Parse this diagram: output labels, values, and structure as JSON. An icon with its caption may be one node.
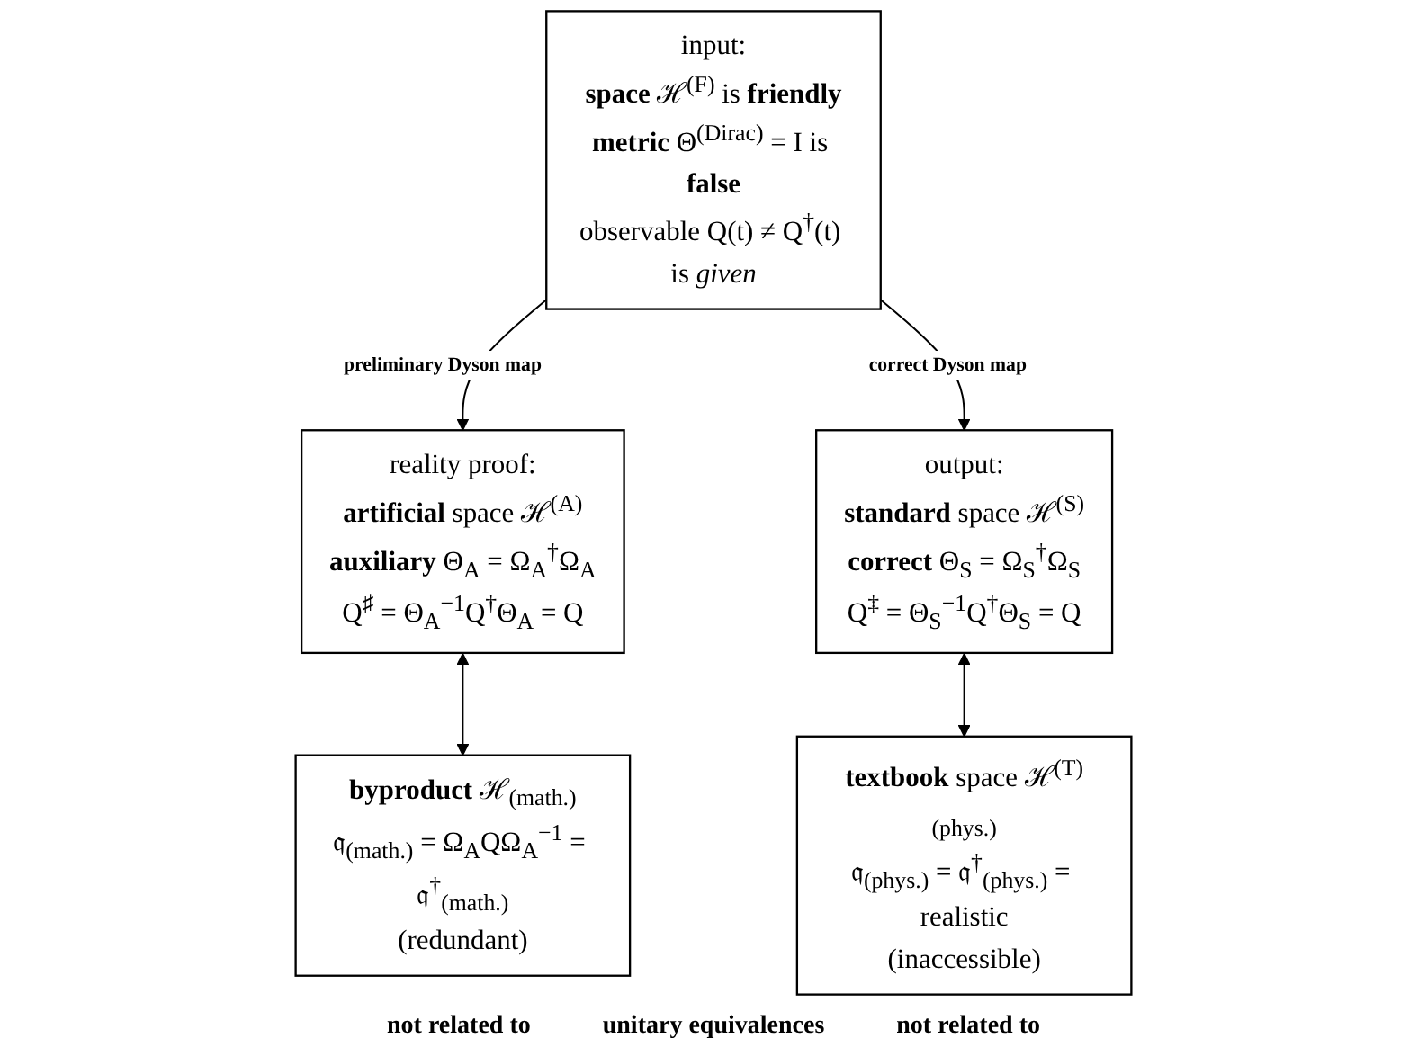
{
  "diagram": {
    "nodes": [
      {
        "text": [
          "input:",
          "**space** ℋ$^{(F)}$ is **friendly**",
          "**metric** Θ$^{(Dirac)}$ = I is **false**",
          "observable Q(t) ≠ Q$^{†}$(t) is *given*"
        ]
      },
      {
        "text": [
          "reality proof:",
          "**artificial** space ℋ$^{(A)}$",
          "**auxiliary** Θ$_{A}$ = Ω$_{A}$$^{†}$Ω$_{A}$",
          "Q$^{♯}$ = Θ$_{A}$$^{−1}$Q$^{†}$Θ$_{A}$ = Q"
        ]
      },
      {
        "text": [
          "output:",
          "**standard** space ℋ$^{(S)}$",
          "**correct** Θ$_{S}$ = Ω$_{S}$$^{†}$Ω$_{S}$",
          "Q$^{‡}$ = Θ$_{S}$$^{−1}$Q$^{†}$Θ$_{S}$ = Q"
        ]
      },
      {
        "text": [
          "**byproduct** ℋ$_{(math.)}$",
          "𝔮$_{(math.)}$ = Ω$_{A}$QΩ$_{A}$$^{−1}$ = 𝔮$^{†}$$_{(math.)}$",
          "(redundant)"
        ]
      },
      {
        "text": [
          "**textbook** space ℋ$^{(T)}$$_{(phys.)}$",
          "𝔮$_{(phys.)}$ = 𝔮$^{†}$$_{(phys.)}$ = realistic",
          "(inaccessible)"
        ]
      }
    ],
    "edges": [
      {
        "from": 0,
        "to": 1,
        "arrow": "to",
        "label": "preliminary Dyson map"
      },
      {
        "from": 0,
        "to": 2,
        "arrow": "to",
        "label": "correct Dyson map"
      },
      {
        "from": 1,
        "to": 3,
        "arrow": "both"
      },
      {
        "from": 2,
        "to": 4,
        "arrow": "both"
      }
    ],
    "labels": [
      "not related to",
      "unitary equivalences",
      "not related to"
    ]
  }
}
